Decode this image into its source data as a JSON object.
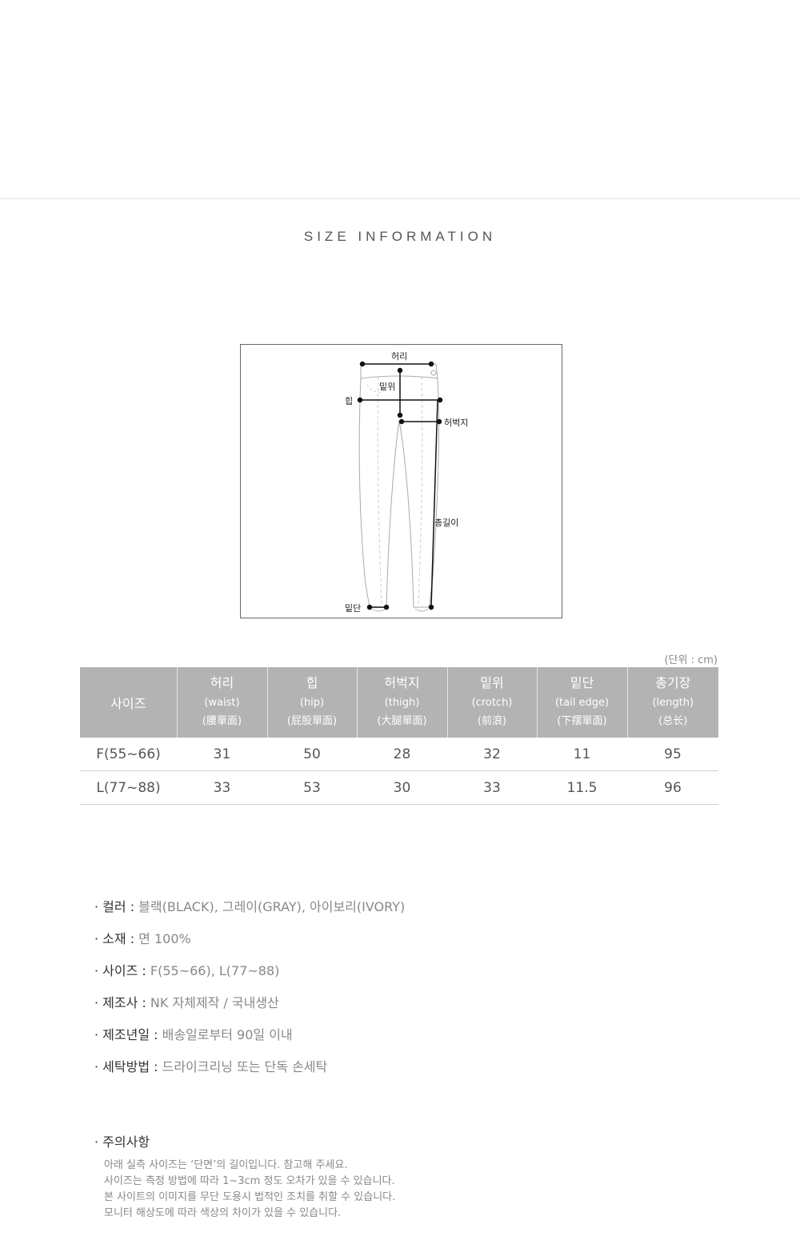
{
  "section_title": "SIZE INFORMATION",
  "diagram": {
    "labels": {
      "waist": "허리",
      "rise": "밑위",
      "hip": "힙",
      "thigh": "허벅지",
      "length": "총길이",
      "hem": "밑단"
    }
  },
  "unit_note": "(단위 : cm)",
  "table": {
    "size_header": "사이즈",
    "columns": [
      {
        "ko": "허리",
        "en": "(waist)",
        "cn": "(腰單面)"
      },
      {
        "ko": "힙",
        "en": "(hip)",
        "cn": "(屁股單面)"
      },
      {
        "ko": "허벅지",
        "en": "(thigh)",
        "cn": "(大腿單面)"
      },
      {
        "ko": "밑위",
        "en": "(crotch)",
        "cn": "(前浪)"
      },
      {
        "ko": "밑단",
        "en": "(tail edge)",
        "cn": "(下摆單面)"
      },
      {
        "ko": "총기장",
        "en": "(length)",
        "cn": "(总长)"
      }
    ],
    "rows": [
      {
        "size": "F(55~66)",
        "values": [
          "31",
          "50",
          "28",
          "32",
          "11",
          "95"
        ]
      },
      {
        "size": "L(77~88)",
        "values": [
          "33",
          "53",
          "30",
          "33",
          "11.5",
          "96"
        ]
      }
    ]
  },
  "specs": [
    {
      "label": "· 컬러 :",
      "value": " 블랙(BLACK), 그레이(GRAY), 아이보리(IVORY)"
    },
    {
      "label": "· 소재 :",
      "value": " 면 100%"
    },
    {
      "label": "· 사이즈 :",
      "value": " F(55~66), L(77~88)"
    },
    {
      "label": "· 제조사 :",
      "value": " NK 자체제작 / 국내생산"
    },
    {
      "label": "· 제조년일 :",
      "value": " 배송일로부터 90일 이내"
    },
    {
      "label": "· 세탁방법 :",
      "value": " 드라이크리닝 또는 단독 손세탁"
    }
  ],
  "caution": {
    "title": "· 주의사항",
    "lines": [
      "아래 실측 사이즈는 ‘단면’의 길이입니다. 참고해 주세요.",
      "사이즈는 측정 방법에 따라 1~3cm 정도 오차가 있을 수 있습니다.",
      "본 사이트의 이미지를 무단 도용시 법적인 조치를 취할 수 있습니다.",
      "모니터 해상도에 따라 색상의 차이가 있을 수 있습니다."
    ]
  }
}
